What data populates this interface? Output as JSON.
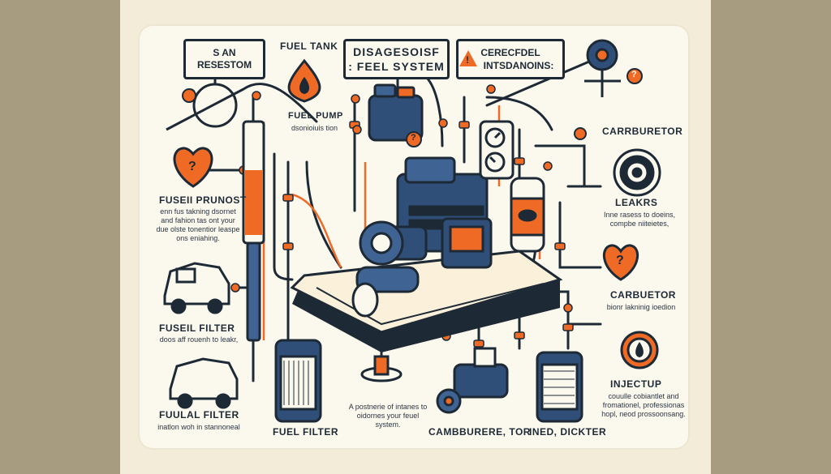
{
  "labels": {
    "scan_top": "S AN",
    "scan_bottom": "RESESTOM",
    "fuel_tank": "FUEL TANK",
    "diag_line1": "DISAGESOISF",
    "diag_line2": ": FEEL  SYSTEM",
    "warn_line1": "CERECFDEL",
    "warn_line2": "INTSDANOINS:",
    "fuel_pump": "FUEL PUMP",
    "fuel_pump_desc": "dsonioiuis tion",
    "carburetor_top": "CARRBURETOR",
    "fuseil_prunost": "FUSEII PRUNOST",
    "fuseil_prunost_desc": "enn fus takning dsornet and fahion tas ont your due olste tonentior leaspe ons eniahing.",
    "leakrs": "LEAKRS",
    "leakrs_desc": "Inne rasess to doeins, compbe niiteietes,",
    "carbuetor": "CARBUETOR",
    "carbuetor_desc": "bionr lakninig ioedion",
    "fuseil_filter": "FUSEIL FILTER",
    "fuseil_filter_desc": "doos aff rouenh to leakr,",
    "injectup": "INJECTUP",
    "injectup_desc": "couulle cobiantlet and fromationel, professionas hopl, neod prossoonsang.",
    "fuulal_filter": "FUULAL FILTER",
    "fuulal_filter_desc": "inatlon woh in stannoneal",
    "fuel_filter": "FUEL FILTER",
    "postnerie_desc": "A postnerie of intanes to oidornes your feuel system.",
    "cambburere": "CAMBBURERE, TOR",
    "ined_dickter": "INED, DICKTER"
  },
  "icons": {
    "question": "?",
    "warning": "!"
  },
  "colors": {
    "navy": "#1d2a36",
    "blue": "#2f4f78",
    "orange": "#ee6a25",
    "cream": "#fbf8ee",
    "background": "#a89c80"
  }
}
